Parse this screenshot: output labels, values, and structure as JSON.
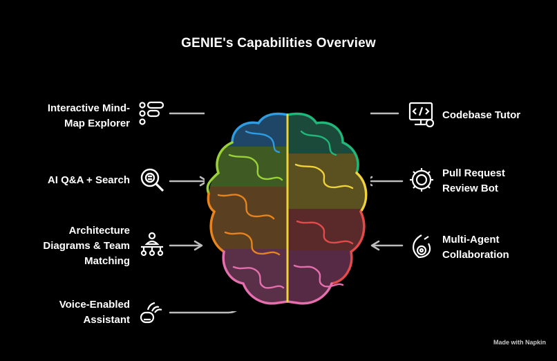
{
  "title": "GENIE's Capabilities Overview",
  "left_features": [
    {
      "text": "Interactive Mind-\nMap Explorer",
      "icon": "mind-map-icon"
    },
    {
      "text": "AI Q&A + Search",
      "icon": "search-icon"
    },
    {
      "text": "Architecture\nDiagrams & Team\nMatching",
      "icon": "network-icon"
    },
    {
      "text": "Voice-Enabled\nAssistant",
      "icon": "voice-icon"
    }
  ],
  "right_features": [
    {
      "text": "Codebase Tutor",
      "icon": "code-screen-icon"
    },
    {
      "text": "Pull Request\nReview Bot",
      "icon": "gear-icon"
    },
    {
      "text": "Multi-Agent\nCollaboration",
      "icon": "agents-icon"
    }
  ],
  "footer": "Made with Napkin",
  "colors": {
    "background": "#000000",
    "text": "#ffffff",
    "arrow": "#bdbdbd",
    "brain": [
      "#2f9be0",
      "#9ad23a",
      "#e8841f",
      "#e56fae",
      "#1fb87a",
      "#f0d23a",
      "#e44a4a"
    ]
  }
}
